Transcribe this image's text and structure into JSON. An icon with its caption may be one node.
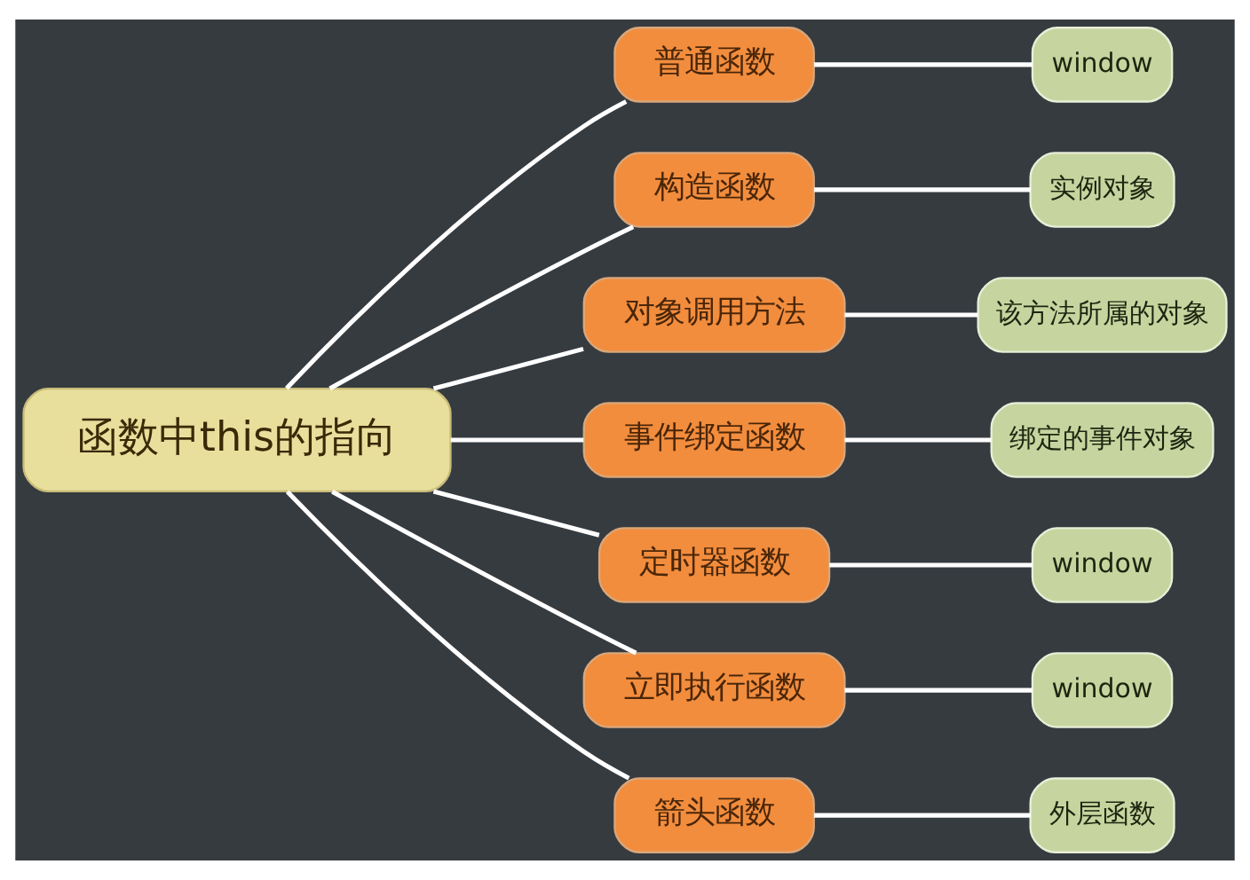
{
  "diagram": {
    "nodes": [
      {
        "text": [
          "函数中this的指向"
        ]
      },
      {
        "text": [
          "普通函数"
        ]
      },
      {
        "text": [
          "window"
        ]
      },
      {
        "text": [
          "构造函数"
        ]
      },
      {
        "text": [
          "实例对象"
        ]
      },
      {
        "text": [
          "对象调用方法"
        ]
      },
      {
        "text": [
          "该方法所属的对象"
        ]
      },
      {
        "text": [
          "事件绑定函数"
        ]
      },
      {
        "text": [
          "绑定的事件对象"
        ]
      },
      {
        "text": [
          "定时器函数"
        ]
      },
      {
        "text": [
          "window"
        ]
      },
      {
        "text": [
          "立即执行函数"
        ]
      },
      {
        "text": [
          "window"
        ]
      },
      {
        "text": [
          "箭头函数"
        ]
      },
      {
        "text": [
          "外层函数"
        ]
      }
    ],
    "edges": [
      {
        "from": 0,
        "to": 1,
        "arrow": "none"
      },
      {
        "from": 1,
        "to": 2,
        "arrow": "none"
      },
      {
        "from": 0,
        "to": 3,
        "arrow": "none"
      },
      {
        "from": 3,
        "to": 4,
        "arrow": "none"
      },
      {
        "from": 0,
        "to": 5,
        "arrow": "none"
      },
      {
        "from": 5,
        "to": 6,
        "arrow": "none"
      },
      {
        "from": 0,
        "to": 7,
        "arrow": "none"
      },
      {
        "from": 7,
        "to": 8,
        "arrow": "none"
      },
      {
        "from": 0,
        "to": 9,
        "arrow": "none"
      },
      {
        "from": 9,
        "to": 10,
        "arrow": "none"
      },
      {
        "from": 0,
        "to": 11,
        "arrow": "none"
      },
      {
        "from": 11,
        "to": 12,
        "arrow": "none"
      },
      {
        "from": 0,
        "to": 13,
        "arrow": "none"
      },
      {
        "from": 13,
        "to": 14,
        "arrow": "none"
      }
    ]
  }
}
